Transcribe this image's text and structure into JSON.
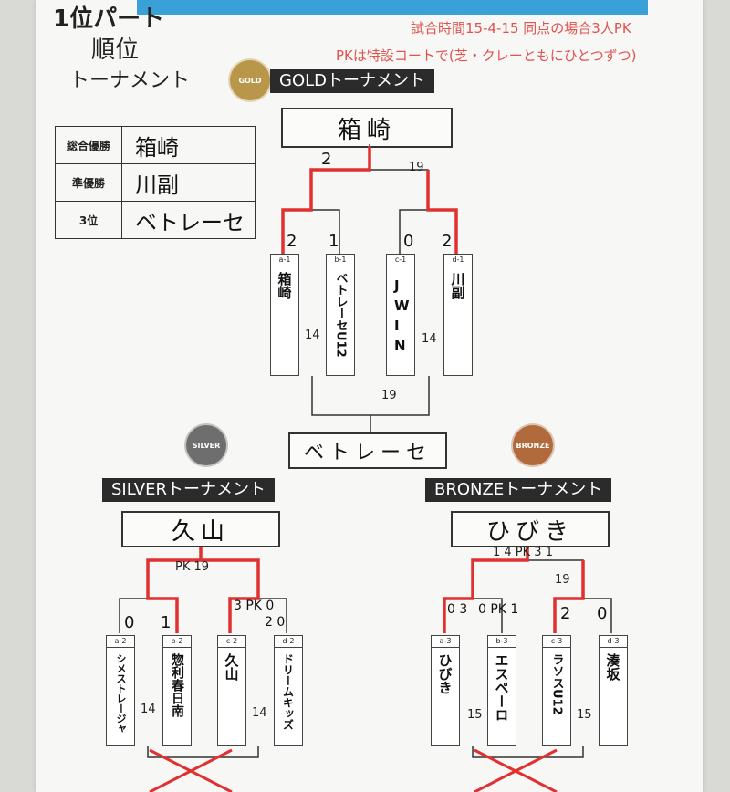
{
  "header": {
    "part_title": "1位パート",
    "part_sub1": "順位",
    "part_sub2": "トーナメント",
    "note_1": "試合時間15-4-15 同点の場合3人PK",
    "note_2": "PKは特設コートで(芝・クレーともにひとつずつ)"
  },
  "results": {
    "rows": [
      {
        "label": "総合優勝",
        "value": "箱崎"
      },
      {
        "label": "準優勝",
        "value": "川副"
      },
      {
        "label": "3位",
        "value": "ベトレーセ"
      }
    ]
  },
  "gold": {
    "medal": "GOLD",
    "title": "GOLDトーナメント",
    "winner": "箱崎",
    "third_place_box": "ベトレーセ",
    "time_note": "19",
    "teams": [
      {
        "code": "a-1",
        "name": "箱崎",
        "score": "2"
      },
      {
        "code": "b-1",
        "name": "ベトレーセU12",
        "score": "1"
      },
      {
        "code": "c-1",
        "name": "JWIN",
        "score": "0"
      },
      {
        "code": "d-1",
        "name": "川副",
        "score": "2"
      }
    ],
    "final_score": "2",
    "semi_notes": [
      "14",
      "14",
      "19"
    ]
  },
  "silver": {
    "medal": "SILVER",
    "title": "SILVERトーナメント",
    "winner": "久山",
    "final_note": "PK 19",
    "teams": [
      {
        "code": "a-2",
        "name": "シメストレージャ",
        "score": "0"
      },
      {
        "code": "b-2",
        "name": "惣利春日南",
        "score": "1"
      },
      {
        "code": "c-2",
        "name": "久山",
        "score": "3 PK 0"
      },
      {
        "code": "d-2",
        "name": "ドリームキッズ",
        "score": "2 0"
      }
    ],
    "notes": [
      "14",
      "14"
    ]
  },
  "bronze": {
    "medal": "BRONZE",
    "title": "BRONZEトーナメント",
    "winner": "ひびき",
    "final_note": "1 4 PK 3 1",
    "teams": [
      {
        "code": "a-3",
        "name": "ひびき",
        "score": "0 3"
      },
      {
        "code": "b-3",
        "name": "エスペーロ",
        "score": "0 PK 1"
      },
      {
        "code": "c-3",
        "name": "ラソスU12",
        "score": "2"
      },
      {
        "code": "d-3",
        "name": "湊坂",
        "score": "0"
      }
    ],
    "notes": [
      "15",
      "15",
      "19"
    ]
  },
  "colors": {
    "accent": "#e03030",
    "gold": "#b8964a",
    "silver": "#6e6e6e",
    "bronze": "#b06a3b"
  }
}
